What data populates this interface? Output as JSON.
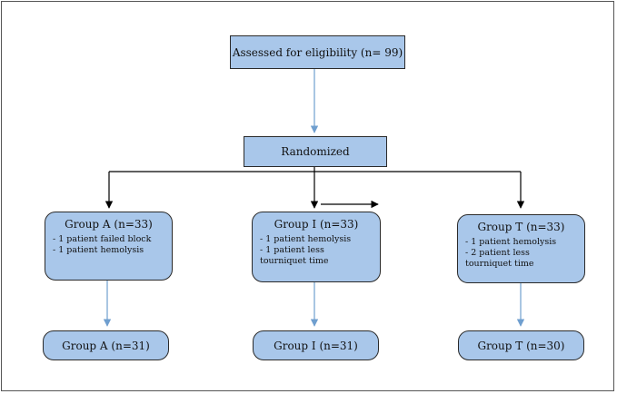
{
  "assessed": "Assessed for eligibility (n= 99)",
  "randomized": "Randomized",
  "groups": [
    {
      "title": "Group A (n=33)",
      "notes": [
        "- 1 patient failed block",
        "- 1 patient hemolysis"
      ],
      "final": "Group A (n=31)"
    },
    {
      "title": "Group I (n=33)",
      "notes": [
        "- 1 patient hemolysis",
        "- 1 patient less tourniquet time"
      ],
      "final": "Group I (n=31)"
    },
    {
      "title": "Group T (n=33)",
      "notes": [
        "- 1 patient hemolysis",
        "- 2 patient less tourniquet time"
      ],
      "final": "Group T (n=30)"
    }
  ],
  "colors": {
    "box_fill": "#a9c7ea",
    "arrow_blue": "#6f9fcf",
    "arrow_black": "#000000"
  }
}
